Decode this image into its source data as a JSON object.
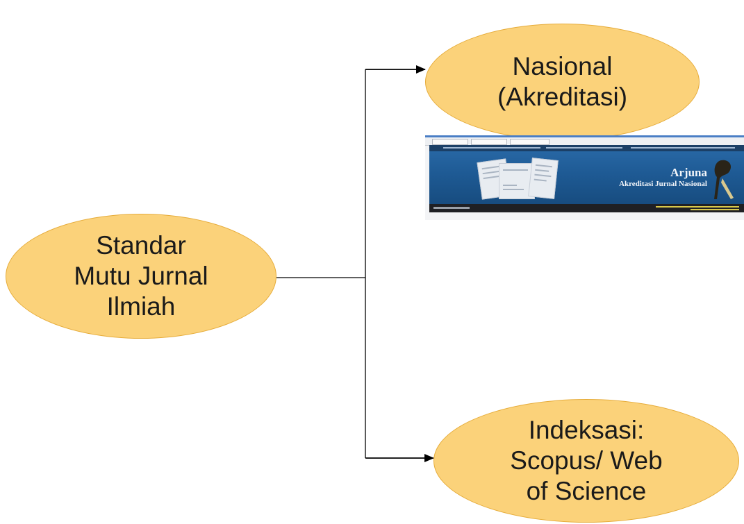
{
  "diagram": {
    "root": {
      "lines": [
        "Standar",
        "Mutu Jurnal",
        "Ilmiah"
      ]
    },
    "branches": [
      {
        "lines": [
          "Nasional",
          "(Akreditasi)"
        ]
      },
      {
        "lines": [
          "Indeksasi:",
          "Scopus/ Web",
          "of Science"
        ]
      }
    ]
  },
  "banner": {
    "title": "Arjuna",
    "subtitle": "Akreditasi Jurnal Nasional"
  },
  "colors": {
    "node_fill": "#fbd27a",
    "node_border": "#e6ac3a",
    "connector": "#000000"
  }
}
